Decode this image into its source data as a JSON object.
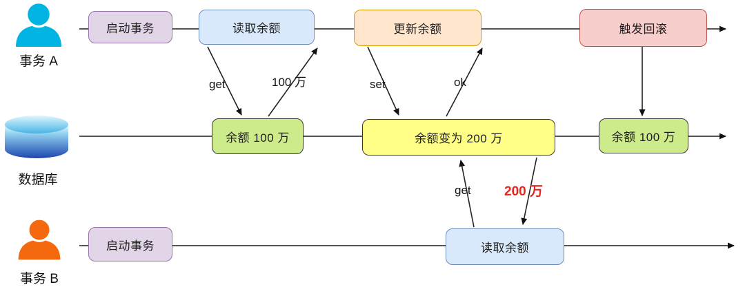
{
  "actors": {
    "a": {
      "label": "事务 A"
    },
    "db": {
      "label": "数据库"
    },
    "b": {
      "label": "事务 B"
    }
  },
  "nodes": {
    "a_start": "启动事务",
    "a_read": "读取余额",
    "a_update": "更新余额",
    "a_rollback": "触发回滚",
    "db_balance_1": "余额 100 万",
    "db_balance_changed": "余额变为 200 万",
    "db_balance_2": "余额 100 万",
    "b_start": "启动事务",
    "b_read": "读取余额"
  },
  "edge_labels": {
    "a_get": "get",
    "a_resp": "100 万",
    "a_set": "set",
    "a_ok": "ok",
    "b_get": "get",
    "b_resp": "200 万"
  },
  "colors": {
    "node_purple_fill": "#E1D5E7",
    "node_purple_stroke": "#9673A6",
    "node_blue_fill": "#DAE8FC",
    "node_blue_stroke": "#6C8EBF",
    "node_orange_fill": "#FFE6CC",
    "node_orange_stroke": "#D79B00",
    "node_red_fill": "#F8CECC",
    "node_red_stroke": "#B85450",
    "node_lime_fill": "#CDEB8B",
    "node_lime_stroke": "#36393D",
    "node_yellow_fill": "#FFFF88",
    "node_yellow_stroke": "#36393D",
    "actor_a_color": "#00B5E2",
    "actor_b_color": "#F4690D",
    "highlight_red_text": "#E8231A",
    "line_color": "#3D3D3D"
  }
}
